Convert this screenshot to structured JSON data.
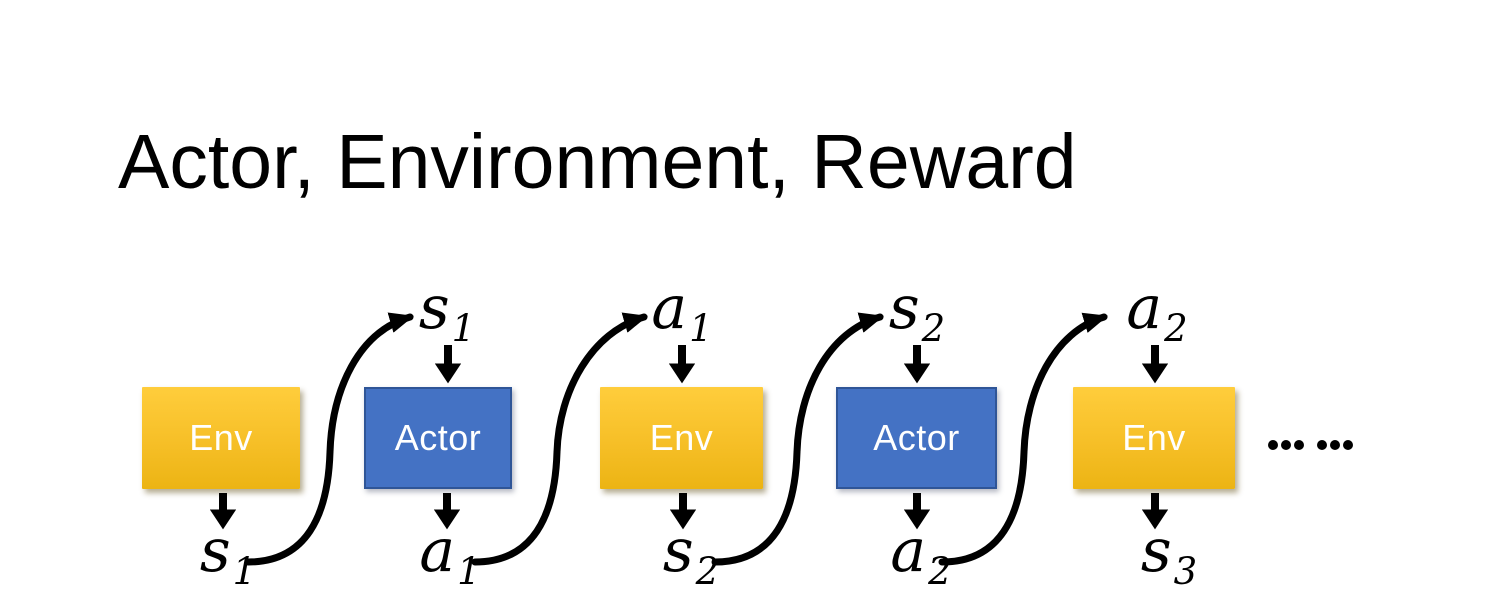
{
  "title": "Actor, Environment, Reward",
  "diagram": {
    "columns": [
      {
        "type": "env",
        "box": "Env",
        "bottom_base": "s",
        "bottom_sub": "1"
      },
      {
        "type": "actor",
        "box": "Actor",
        "top_base": "s",
        "top_sub": "1",
        "bottom_base": "a",
        "bottom_sub": "1"
      },
      {
        "type": "env",
        "box": "Env",
        "top_base": "a",
        "top_sub": "1",
        "bottom_base": "s",
        "bottom_sub": "2"
      },
      {
        "type": "actor",
        "box": "Actor",
        "top_base": "s",
        "top_sub": "2",
        "bottom_base": "a",
        "bottom_sub": "2"
      },
      {
        "type": "env",
        "box": "Env",
        "top_base": "a",
        "top_sub": "2",
        "bottom_base": "s",
        "bottom_sub": "3"
      }
    ],
    "ellipsis": "……",
    "flow_description": "Env outputs state to Actor, Actor outputs action to Env, alternating over time"
  },
  "colors": {
    "env_gradient_top": "#FFCD3C",
    "env_gradient_bottom": "#ECB414",
    "actor_fill": "#4472C4",
    "actor_border": "#2F5597",
    "box_text": "#FFFFFF",
    "arrow": "#000000",
    "title_text": "#000000"
  }
}
